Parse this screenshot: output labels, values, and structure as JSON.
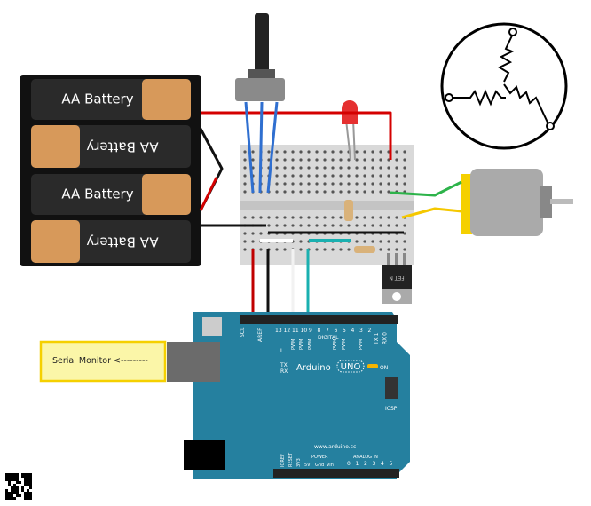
{
  "batteries": {
    "cell_label": "AA Battery",
    "cells": [
      "AA Battery",
      "AA Battery",
      "AA Battery",
      "AA Battery"
    ]
  },
  "note": {
    "text": "Serial Monitor <---------"
  },
  "fet": {
    "label": "FET N"
  },
  "arduino": {
    "brand": "Arduino",
    "model": "UNO",
    "on": "ON",
    "digital": "DIGITAL",
    "aref": "AREF",
    "scl": "SCL",
    "led_l": "L",
    "tx": "TX",
    "rx": "RX",
    "icsp": "ICSP",
    "power": "POWER",
    "analog_in": "ANALOG IN",
    "url": "www.arduino.cc",
    "ioref": "IOREF",
    "reset": "RESET",
    "v33": "3V3",
    "v5": "5V",
    "gnd": "Gnd",
    "vin": "Vin",
    "pwm": "PWM",
    "digital_pins": [
      "13",
      "12",
      "11",
      "10",
      "9",
      "8",
      "7",
      "6",
      "5",
      "4",
      "3",
      "2",
      "TX 1",
      "RX 0"
    ],
    "analog_pins": [
      "0",
      "1",
      "2",
      "3",
      "4",
      "5"
    ]
  },
  "colors": {
    "board": "#25809f",
    "note_fill": "#fbf6a8",
    "note_border": "#f5d000",
    "breadboard": "#d9d9d9",
    "wire_red": "#d40000",
    "wire_blue": "#2f6fd0",
    "wire_green": "#2db34a",
    "wire_yellow": "#f5c800",
    "wire_teal": "#1ab0b0",
    "battery_tan": "#d7995a"
  }
}
